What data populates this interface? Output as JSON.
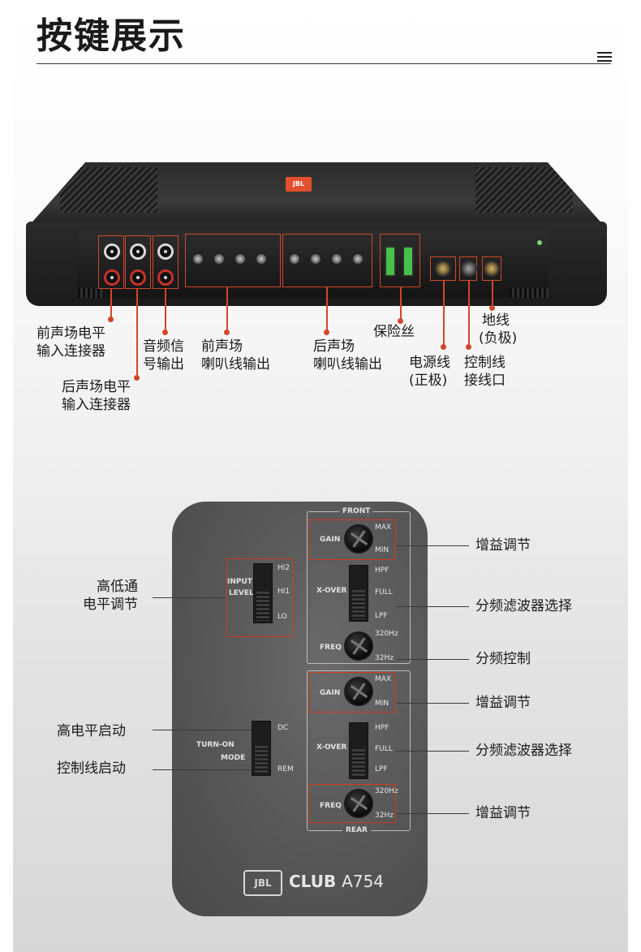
{
  "title": "按键展示",
  "menu_icon": "hamburger-menu-icon",
  "accent_color": "#d2472a",
  "amplifier": {
    "labels": {
      "front_input_1": "前声场电平",
      "front_input_2": "输入连接器",
      "rear_input_1": "后声场电平",
      "rear_input_2": "输入连接器",
      "preout_1": "音频信",
      "preout_2": "号输出",
      "front_spk_1": "前声场",
      "front_spk_2": "喇叭线输出",
      "rear_spk_1": "后声场",
      "rear_spk_2": "喇叭线输出",
      "fuse": "保险丝",
      "power_1": "电源线",
      "power_2": "(正极)",
      "remote_1": "控制线",
      "remote_2": "接线口",
      "ground_1": "地线",
      "ground_2": "(负极)"
    }
  },
  "control_panel": {
    "front_header": "FRONT",
    "rear_header": "REAR",
    "input_level": {
      "line1": "INPUT",
      "line2": "LEVEL",
      "hi2": "HI2",
      "hi1": "HI1",
      "lo": "LO"
    },
    "turn_on": {
      "line1": "TURN-ON",
      "line2": "MODE",
      "dc": "DC",
      "rem": "REM"
    },
    "gain": {
      "label": "GAIN",
      "max": "MAX",
      "min": "MIN"
    },
    "xover": {
      "label": "X-OVER",
      "hpf": "HPF",
      "full": "FULL",
      "lpf": "LPF"
    },
    "freq": {
      "label": "FREQ",
      "high": "320Hz",
      "low": "32Hz"
    },
    "brand_logo": "JBL",
    "brand_name": "CLUB",
    "model": "A754",
    "labels": {
      "input_level_1": "高低通",
      "input_level_2": "电平调节",
      "turn_on_dc": "高电平启动",
      "turn_on_rem": "控制线启动",
      "front_gain": "增益调节",
      "front_xover": "分频滤波器选择",
      "front_freq": "分频控制",
      "rear_gain": "增益调节",
      "rear_xover": "分频滤波器选择",
      "rear_freq": "增益调节"
    }
  }
}
